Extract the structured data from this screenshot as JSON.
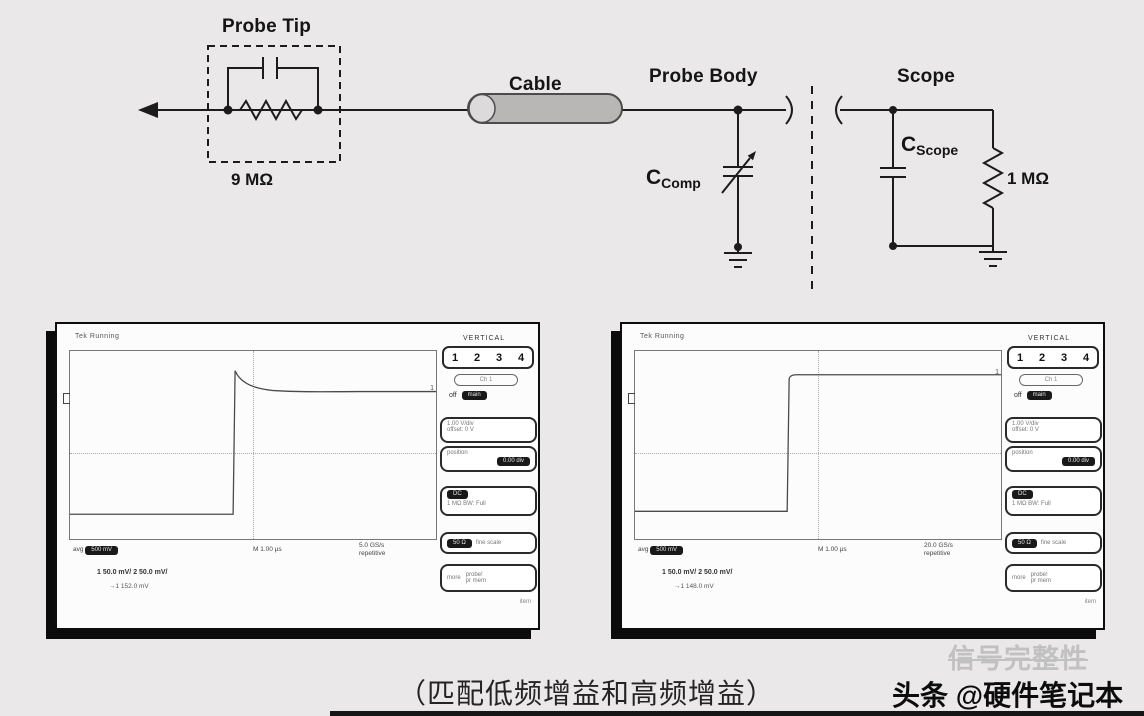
{
  "circuit": {
    "probe_tip_label": "Probe Tip",
    "probe_resistor_value": "9 MΩ",
    "cable_label": "Cable",
    "probe_body_label": "Probe Body",
    "c_comp_symbol": "C",
    "c_comp_subscript": "Comp",
    "scope_label": "Scope",
    "c_scope_symbol": "C",
    "c_scope_subscript": "Scope",
    "scope_resistor_value": "1 MΩ"
  },
  "scope_left": {
    "header": "Tek  Running",
    "vertical_title": "VERTICAL",
    "channels": [
      "1",
      "2",
      "3",
      "4"
    ],
    "select_pill": "Ch 1",
    "off_label": "off",
    "off_value": "main",
    "scale_line1": "1.00 V/div",
    "scale_line2": "offset:  0 V",
    "position_label": "position",
    "position_value": "0.00 div",
    "coupling_value": "DC",
    "coupling_text": "1 MΩ   BW: Full",
    "term_value": "50 Ω",
    "term_text": "fine  scale",
    "more_label": "more",
    "probe_text1": "probe!",
    "probe_text2": "pr mem",
    "item_label": "item",
    "rd_left_label": "avg",
    "rd_left_value": "500 mV",
    "rd_center": "M 1.00 µs",
    "rd_rate": "5.0 GS/s",
    "rd_acq": "repetitive",
    "rd_channels": "1   50.0 mV/        2   50.0 mV/",
    "rd_meas": "→1   152.0 mV",
    "wave_marker": "1"
  },
  "scope_right": {
    "header": "Tek  Running",
    "vertical_title": "VERTICAL",
    "channels": [
      "1",
      "2",
      "3",
      "4"
    ],
    "select_pill": "Ch 1",
    "off_label": "off",
    "off_value": "main",
    "scale_line1": "1.00 V/div",
    "scale_line2": "offset:  0 V",
    "position_label": "position",
    "position_value": "0.00 div",
    "coupling_value": "DC",
    "coupling_text": "1 MΩ   BW: Full",
    "term_value": "50 Ω",
    "term_text": "fine  scale",
    "more_label": "more",
    "probe_text1": "probe!",
    "probe_text2": "pr mem",
    "item_label": "item",
    "rd_left_label": "avg",
    "rd_left_value": "500 mV",
    "rd_center": "M 1.00 µs",
    "rd_rate": "20.0 GS/s",
    "rd_acq": "repetitive",
    "rd_channels": "1   50.0 mV/        2   50.0 mV/",
    "rd_meas": "→1   148.0 mV",
    "wave_marker": "1"
  },
  "caption": "（匹配低频增益和高频增益）",
  "watermark": {
    "faded": "信号完整性",
    "main": "头条 @硬件笔记本"
  }
}
